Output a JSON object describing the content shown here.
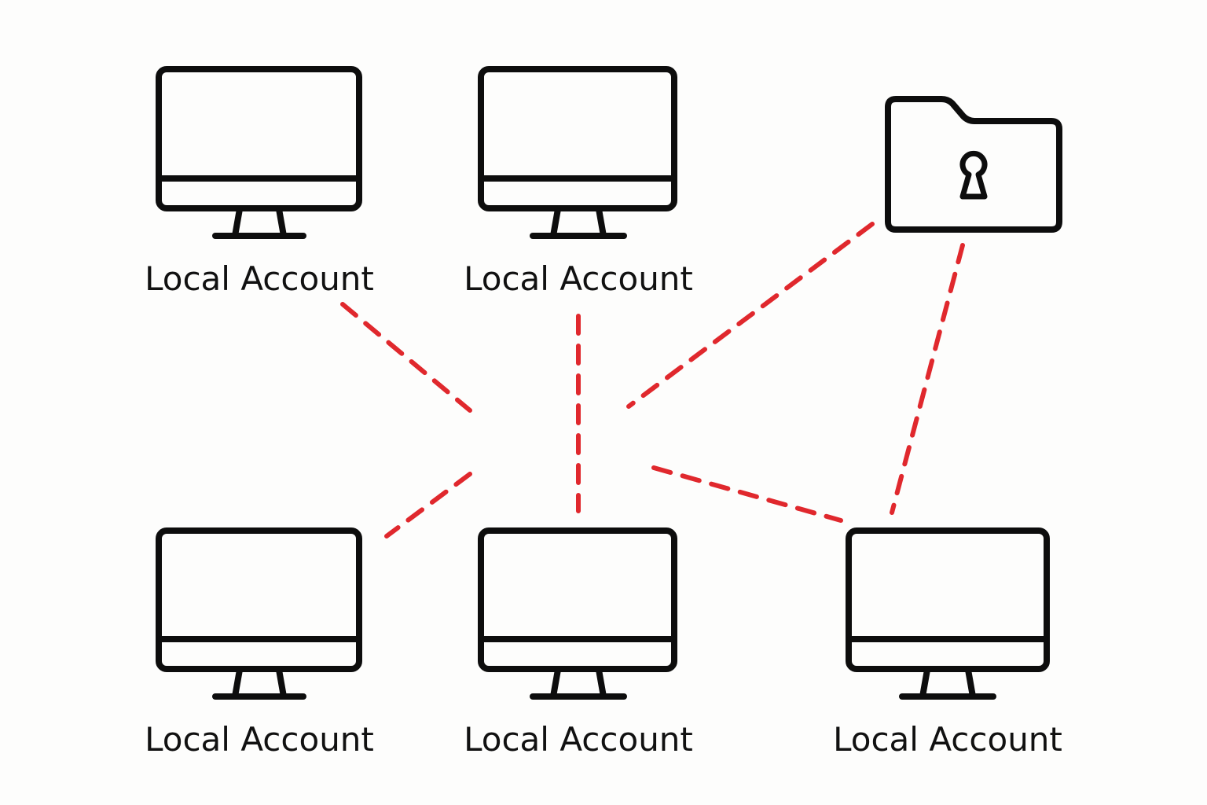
{
  "diagram": {
    "nodes": [
      {
        "id": "computer-top-left",
        "type": "computer",
        "label": "Local Account"
      },
      {
        "id": "computer-top-center",
        "type": "computer",
        "label": "Local Account"
      },
      {
        "id": "shared-folder",
        "type": "locked-folder",
        "icon": "locked-folder-icon"
      },
      {
        "id": "computer-bottom-left",
        "type": "computer",
        "label": "Local Account"
      },
      {
        "id": "computer-bottom-center",
        "type": "computer",
        "label": "Local Account"
      },
      {
        "id": "computer-bottom-right",
        "type": "computer",
        "label": "Local Account"
      }
    ],
    "connector_color": "#e0282d",
    "connector_style": "dashed",
    "icon_color": "#0d0d0d"
  }
}
